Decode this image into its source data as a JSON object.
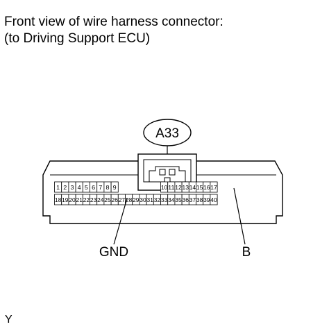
{
  "caption": {
    "line1": "Front view of wire harness connector:",
    "line2": "(to Driving Support ECU)"
  },
  "connector": {
    "id": "A33",
    "top_row": [
      "1",
      "2",
      "3",
      "4",
      "5",
      "6",
      "7",
      "8",
      "9",
      "10",
      "11",
      "12",
      "13",
      "14",
      "15",
      "16",
      "17"
    ],
    "bottom_row": [
      "18",
      "19",
      "20",
      "21",
      "22",
      "23",
      "24",
      "25",
      "26",
      "27",
      "28",
      "29",
      "30",
      "31",
      "32",
      "33",
      "34",
      "35",
      "36",
      "37",
      "38",
      "39",
      "40"
    ]
  },
  "callouts": {
    "gnd": "GND",
    "b": "B"
  },
  "footer_mark": "Y"
}
